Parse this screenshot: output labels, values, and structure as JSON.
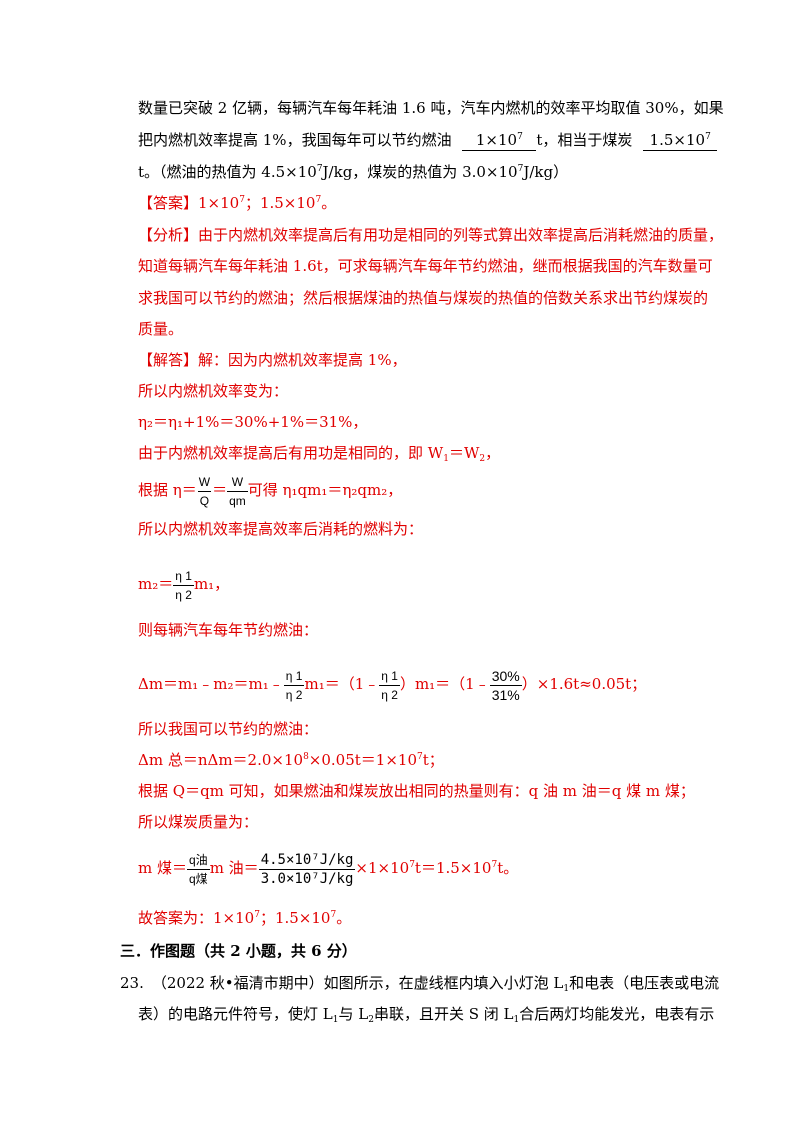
{
  "problem": {
    "line1": "数量已突破 2 亿辆，每辆汽车每年耗油 1.6 吨，汽车内燃机的效率平均取值 30%，如果",
    "line2_a": "把内燃机效率提高 1%，我国每年可以节约燃油",
    "blank1_base": "1×10",
    "blank1_exp": "7",
    "blank1_unit": "t，相当于煤炭",
    "blank2_base": "1.5×10",
    "blank2_exp": "7",
    "line3_a": "t。（燃油的热值为 4.5×10",
    "line3_exp1": "7",
    "line3_b": "J/kg，煤炭的热值为 3.0×10",
    "line3_exp2": "7",
    "line3_c": "J/kg）"
  },
  "answer": {
    "tag": "【答案】",
    "a": "1×10",
    "exp1": "7",
    "b": "；1.5×10",
    "exp2": "7",
    "c": "。"
  },
  "analysis": {
    "tag": "【分析】",
    "l1": "由于内燃机效率提高后有用功是相同的列等式算出效率提高后消耗燃油的质量，",
    "l2": "知道每辆汽车每年耗油 1.6t，可求每辆汽车每年节约燃油，继而根据我国的汽车数量可",
    "l3": "求我国可以节约的燃油；然后根据煤油的热值与煤炭的热值的倍数关系求出节约煤炭的",
    "l4": "质量。"
  },
  "solution": {
    "tag": "【解答】",
    "l1": "解：因为内燃机效率提高 1%，",
    "l2": "所以内燃机效率变为：",
    "l3": "η₂＝η₁+1%＝30%+1%＝31%，",
    "l4_a": "由于内燃机效率提高后有用功是相同的，即 W",
    "l4_s1": "1",
    "l4_b": "＝W",
    "l4_s2": "2",
    "l4_c": "，",
    "l5_a": "根据 η＝",
    "l5_f1_t": "W",
    "l5_f1_b": "Q",
    "l5_eq": "＝",
    "l5_f2_t": "W",
    "l5_f2_b": "qm",
    "l5_b": "可得 η₁qm₁＝η₂qm₂，",
    "l6": "所以内燃机效率提高效率后消耗的燃料为：",
    "l7_a": "m₂＝",
    "l7_ft": "η 1",
    "l7_fb": "η 2",
    "l7_b": "m₁，",
    "l8": "则每辆汽车每年节约燃油：",
    "l9_a": "Δm＝m₁﹣m₂＝m₁﹣",
    "l9_ft1": "η 1",
    "l9_fb1": "η 2",
    "l9_b": "m₁＝（1﹣",
    "l9_ft2": "η 1",
    "l9_fb2": "η 2",
    "l9_c": "）m₁＝（1﹣",
    "l9_ft3": "30%",
    "l9_fb3": "31%",
    "l9_d": "）×1.6t≈0.05t；",
    "l10": "所以我国可以节约的燃油：",
    "l11_a": "Δm 总＝nΔm＝2.0×10",
    "l11_exp1": "8",
    "l11_b": "×0.05t＝1×10",
    "l11_exp2": "7",
    "l11_c": "t；",
    "l12": "根据 Q＝qm 可知，如果燃油和煤炭放出相同的热量则有：q 油 m 油＝q 煤 m 煤；",
    "l13": "所以煤炭质量为：",
    "l14_a": "m 煤＝",
    "l14_ft1": "q油",
    "l14_fb1": "q煤",
    "l14_b": "m 油＝",
    "l14_ft2": "4.5×10⁷J/kg",
    "l14_fb2": "3.0×10⁷J/kg",
    "l14_c": "×1×10",
    "l14_exp1": "7",
    "l14_d": "t＝1.5×10",
    "l14_exp2": "7",
    "l14_e": "t。",
    "final_a": "故答案为：1×10",
    "final_exp1": "7",
    "final_b": "；1.5×10",
    "final_exp2": "7",
    "final_c": "。"
  },
  "section3": {
    "heading": "三．作图题（共 2 小题，共 6 分）"
  },
  "question23": {
    "num": "23.",
    "l1_a": "（2022 秋•福清市期中）如图所示，在虚线框内填入小灯泡 L",
    "l1_s": "1",
    "l1_b": "和电表（电压表或电流",
    "l2_a": "表）的电路元件符号，使灯 L",
    "l2_s1": "1",
    "l2_b": "与 L",
    "l2_s2": "2",
    "l2_c": "串联，且开关 S 闭 L",
    "l2_s3": "1",
    "l2_d": "合后两灯均能发光，电表有示"
  }
}
